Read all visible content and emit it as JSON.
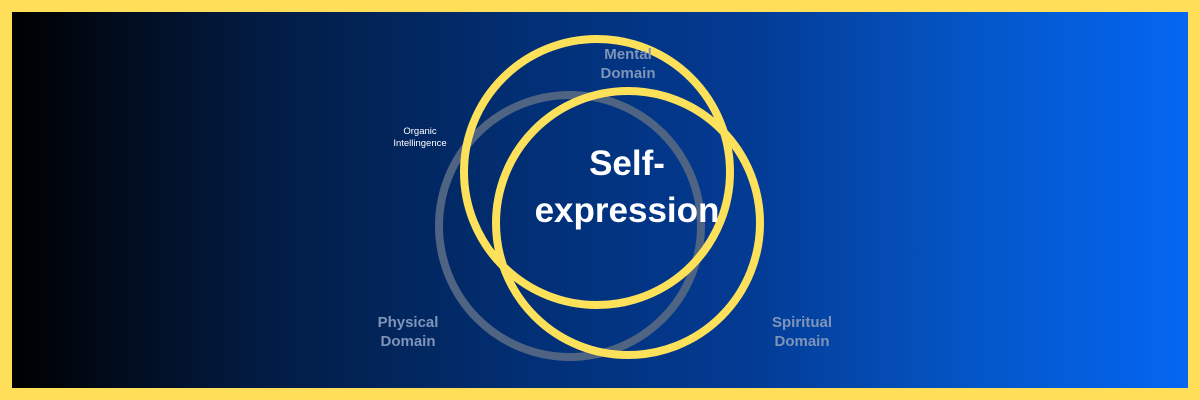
{
  "center_title": "Self-\nexpression",
  "labels": {
    "mental": "Mental\nDomain",
    "physical": "Physical\nDomain",
    "spiritual": "Spiritual\nDomain",
    "organic": "Organic\nIntellingence"
  },
  "colors": {
    "border": "#ffde5a",
    "gradient_start": "#000000",
    "gradient_end": "#0466f2",
    "highlight_circle": "#fde15a",
    "muted_circle": "#4f6382",
    "muted_label": "#7f95b8",
    "title_text": "#ffffff"
  }
}
